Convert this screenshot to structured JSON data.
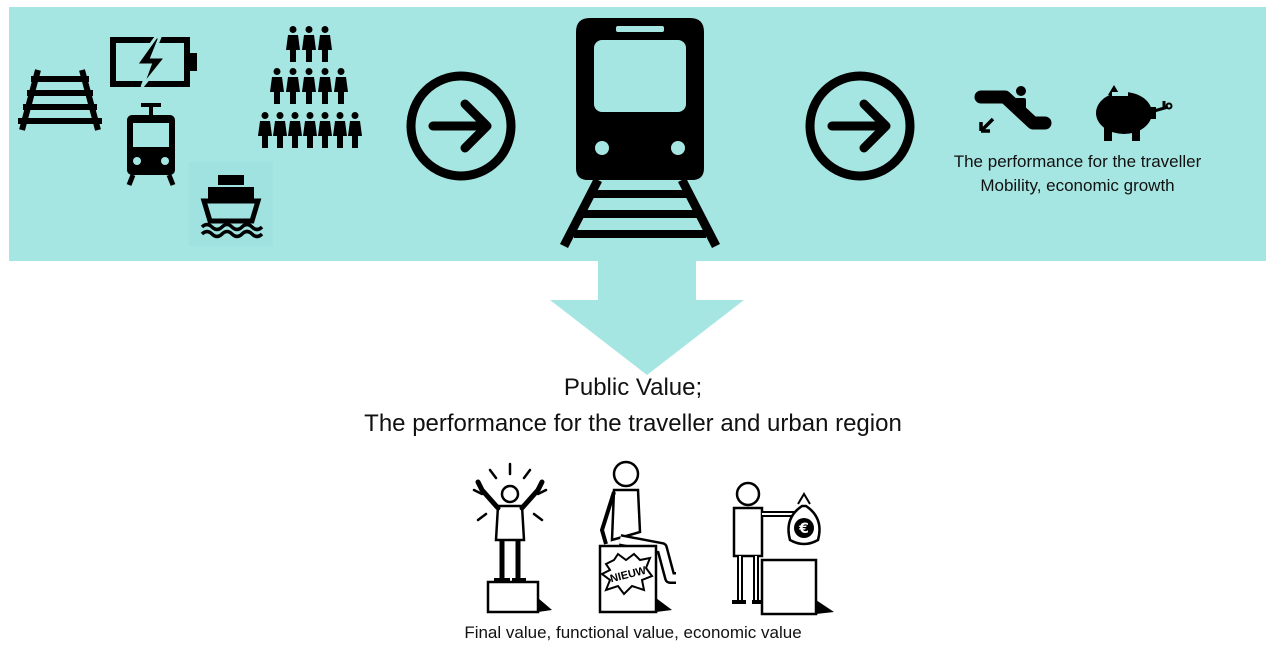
{
  "colors": {
    "band": "#a6e6e2",
    "arrow": "#a6e6e2",
    "icon": "#000000"
  },
  "inputs_icons": [
    "railway-track-icon",
    "battery-charging-icon",
    "tram-icon",
    "ferry-icon",
    "people-group-icon"
  ],
  "arrow_icons": [
    "arrow-right-circle-icon",
    "arrow-right-circle-icon"
  ],
  "center_icon": "train-on-track-icon",
  "performance": {
    "icons": [
      "escalator-icon",
      "piggy-bank-icon"
    ],
    "line1": "The performance for the traveller",
    "line2": "Mobility, economic growth"
  },
  "public_value": {
    "line1": "Public Value;",
    "line2": "The performance for the traveller and urban region"
  },
  "value_icons": {
    "final": "cheering-person-icon",
    "functional": "person-on-box-icon",
    "economic": "person-with-money-bag-icon",
    "box_text": "NIEUW",
    "money_symbol": "€"
  },
  "caption": "Final value, functional value, economic value"
}
